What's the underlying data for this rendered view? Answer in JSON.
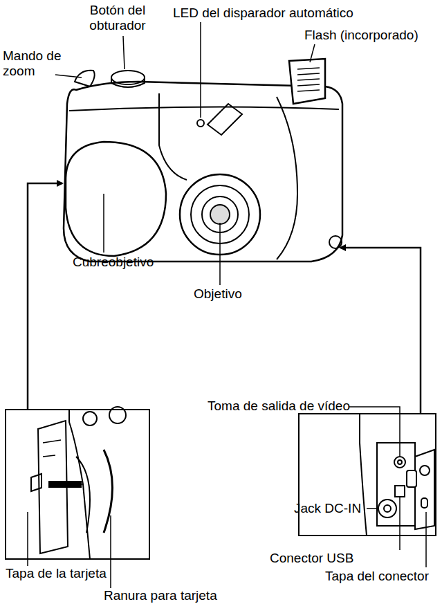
{
  "diagram": {
    "labels": [
      "Botón del obturador",
      "LED del disparador automático",
      "Mando de zoom",
      "Flash (incorporado)",
      "Cubreobjetivo",
      "Objetivo",
      "Toma de salida de vídeo",
      "Jack DC-IN",
      "Conector USB",
      "Tapa del conector",
      "Tapa de la tarjeta",
      "Ranura para tarjeta"
    ]
  }
}
